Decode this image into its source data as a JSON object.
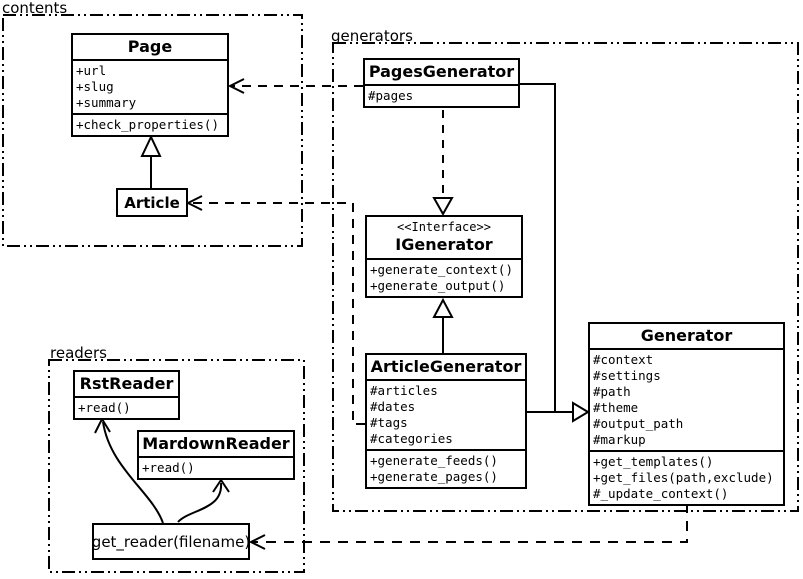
{
  "diagram_type": "uml-class-diagram",
  "packages": {
    "contents": {
      "label": "contents"
    },
    "generators": {
      "label": "generators"
    },
    "readers": {
      "label": "readers"
    }
  },
  "classes": {
    "page": {
      "name": "Page",
      "attrs": [
        "+url",
        "+slug",
        "+summary"
      ],
      "methods": [
        "+check_properties()"
      ]
    },
    "article": {
      "name": "Article"
    },
    "pages_generator": {
      "name": "PagesGenerator",
      "attrs": [
        "#pages"
      ]
    },
    "igenerator": {
      "stereotype": "<<Interface>>",
      "name": "IGenerator",
      "methods": [
        "+generate_context()",
        "+generate_output()"
      ]
    },
    "article_generator": {
      "name": "ArticleGenerator",
      "attrs": [
        "#articles",
        "#dates",
        "#tags",
        "#categories"
      ],
      "methods": [
        "+generate_feeds()",
        "+generate_pages()"
      ]
    },
    "generator": {
      "name": "Generator",
      "attrs": [
        "#context",
        "#settings",
        "#path",
        "#theme",
        "#output_path",
        "#markup"
      ],
      "methods": [
        "+get_templates()",
        "+get_files(path,exclude)",
        "#_update_context()"
      ]
    },
    "rst_reader": {
      "name": "RstReader",
      "methods": [
        "+read()"
      ]
    },
    "mardown_reader": {
      "name": "MardownReader",
      "methods": [
        "+read()"
      ]
    },
    "get_reader": {
      "label": "get_reader(filename)"
    }
  },
  "colors": {
    "line": "#000000",
    "background": "#ffffff",
    "box_fill": "#ffffff"
  }
}
